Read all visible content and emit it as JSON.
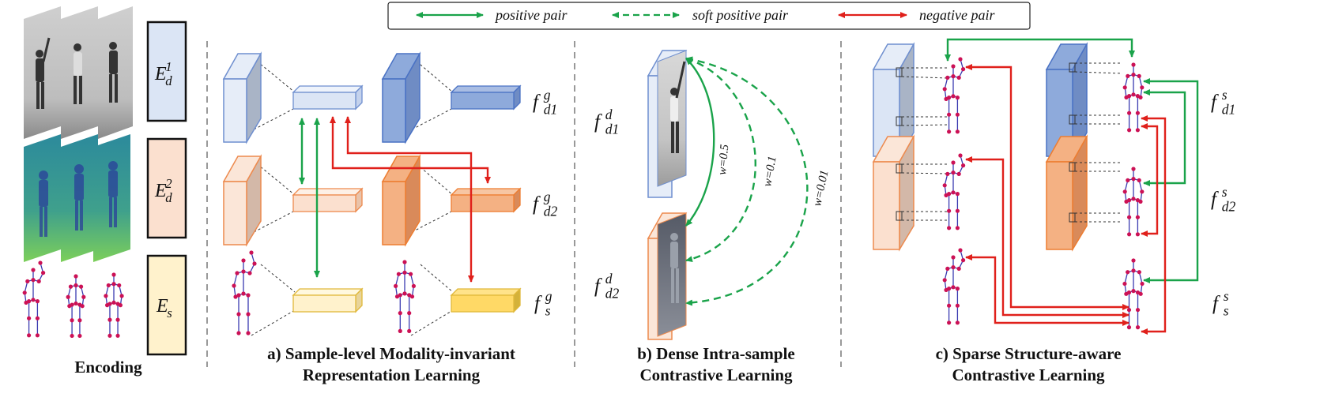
{
  "legend": {
    "positive": "positive pair",
    "soft_positive": "soft positive pair",
    "negative": "negative pair"
  },
  "encoders": {
    "e_d1": {
      "base": "E",
      "sub": "d",
      "sup": "1"
    },
    "e_d2": {
      "base": "E",
      "sub": "d",
      "sup": "2"
    },
    "e_s": {
      "base": "E",
      "sub": "s",
      "sup": ""
    }
  },
  "features_a": {
    "fg_d1": {
      "base": "f",
      "sub": "d1",
      "sup": "g"
    },
    "fg_d2": {
      "base": "f",
      "sub": "d2",
      "sup": "g"
    },
    "fg_s": {
      "base": "f",
      "sub": "s",
      "sup": "g"
    }
  },
  "features_b": {
    "fd_d1": {
      "base": "f",
      "sub": "d1",
      "sup": "d"
    },
    "fd_d2": {
      "base": "f",
      "sub": "d2",
      "sup": "d"
    }
  },
  "features_c": {
    "fs_d1": {
      "base": "f",
      "sub": "d1",
      "sup": "s"
    },
    "fs_d2": {
      "base": "f",
      "sub": "d2",
      "sup": "s"
    },
    "fs_s": {
      "base": "f",
      "sub": "s",
      "sup": "s"
    }
  },
  "weights": [
    "w=0.5",
    "w=0.1",
    "w=0.01"
  ],
  "captions": {
    "encoding": "Encoding",
    "a_line1": "a) Sample-level Modality-invariant",
    "a_line2": "Representation Learning",
    "b_line1": "b) Dense Intra-sample",
    "b_line2": "Contrastive Learning",
    "c_line1": "c) Sparse Structure-aware",
    "c_line2": "Contrastive Learning"
  },
  "colors": {
    "positive": "#1aa34a",
    "negative": "#e0201b",
    "blue_light": "#dbe5f5",
    "blue_mid": "#8eaadb",
    "blue_dark": "#6f8fcf",
    "orange_light": "#fbe0cf",
    "orange_mid": "#f4b183",
    "yellow_light": "#fff2cc",
    "yellow_mid": "#ffd966",
    "skeleton": "#3a3ab0",
    "joint": "#cc1155"
  }
}
